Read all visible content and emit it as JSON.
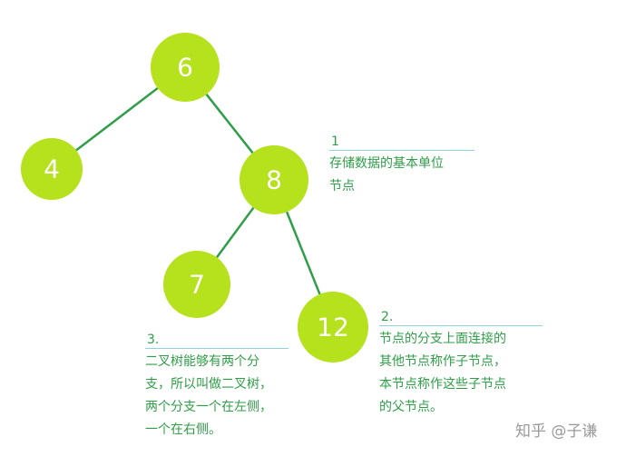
{
  "tree": {
    "nodes": [
      {
        "id": "n6",
        "label": "6"
      },
      {
        "id": "n4",
        "label": "4"
      },
      {
        "id": "n8",
        "label": "8"
      },
      {
        "id": "n7",
        "label": "7"
      },
      {
        "id": "n12",
        "label": "12"
      }
    ],
    "edges": [
      {
        "from": "n6",
        "to": "n4"
      },
      {
        "from": "n6",
        "to": "n8"
      },
      {
        "from": "n8",
        "to": "n7"
      },
      {
        "from": "n8",
        "to": "n12"
      }
    ]
  },
  "colors": {
    "node_fill": "#b5e21d",
    "edge": "#2f9e48",
    "note_text": "#2f9e48",
    "note_rule": "#8fd3de"
  },
  "notes": {
    "note1": {
      "number": "1",
      "lines": [
        "存储数据的基本单位",
        "节点"
      ]
    },
    "note2": {
      "number": "2.",
      "lines": [
        "节点的分支上面连接的",
        "其他节点称作子节点，",
        "本节点称作这些子节点",
        "的父节点。"
      ]
    },
    "note3": {
      "number": "3.",
      "lines": [
        "二叉树能够有两个分",
        "支，所以叫做二叉树，",
        "两个分支一个在左侧，",
        "一个在右侧。"
      ]
    }
  },
  "watermark": "知乎 @子谦"
}
